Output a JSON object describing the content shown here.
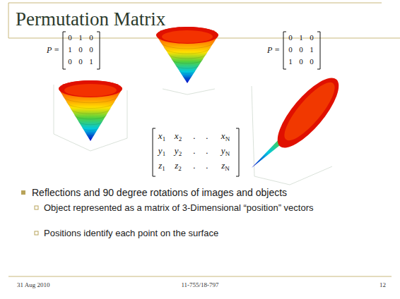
{
  "diagram": {
    "title": "Permutation Matrix",
    "labels": [
      "P =",
      "0",
      "1",
      "0",
      "1",
      "0",
      "0",
      "0",
      "0",
      "1",
      "P =",
      "0",
      "1",
      "0",
      "0",
      "0",
      "1",
      "1",
      "0",
      "0",
      "x1",
      "x2",
      ".",
      ".",
      "xN",
      "y1",
      "y2",
      ".",
      ".",
      "yN",
      "z1",
      "z2",
      ".",
      ".",
      "zN",
      "Reflections and 90 degree rotations of images and objects",
      "Object represented as a matrix of 3-Dimensional “position” vectors",
      "Positions identify each point on the surface",
      "31 Aug 2010",
      "11-755/18-797",
      "12"
    ]
  }
}
